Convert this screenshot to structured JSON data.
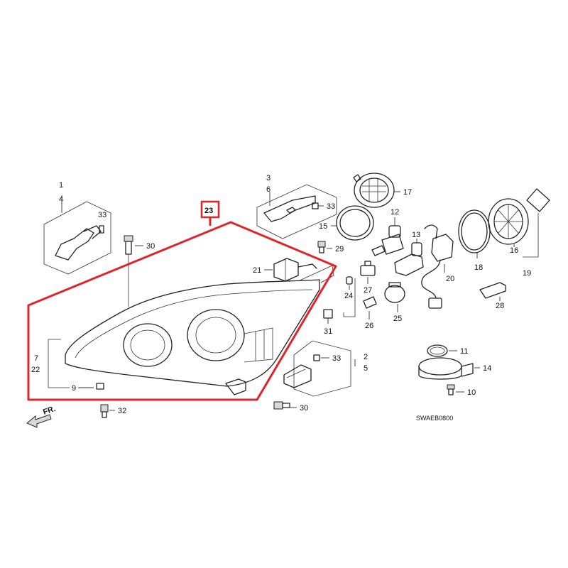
{
  "diagram": {
    "highlight_color": "#e0242b",
    "diagram_code": "SWAEB0800",
    "front_indicator": "FR.",
    "highlight_label": "23",
    "callouts": {
      "c1": "1",
      "c4": "4",
      "c33a": "33",
      "c30a": "30",
      "c3": "3",
      "c6": "6",
      "c33b": "33",
      "c17": "17",
      "c15": "15",
      "c12": "12",
      "c29": "29",
      "c21": "21",
      "c13": "13",
      "c27": "27",
      "c24": "24",
      "c20": "20",
      "c18": "18",
      "c16": "16",
      "c19": "19",
      "c31": "31",
      "c25": "25",
      "c26": "26",
      "c28": "28",
      "c7": "7",
      "c22": "22",
      "c9": "9",
      "c32": "32",
      "c33c": "33",
      "c2": "2",
      "c5": "5",
      "c30b": "30",
      "c11": "11",
      "c14": "14",
      "c10": "10"
    }
  }
}
